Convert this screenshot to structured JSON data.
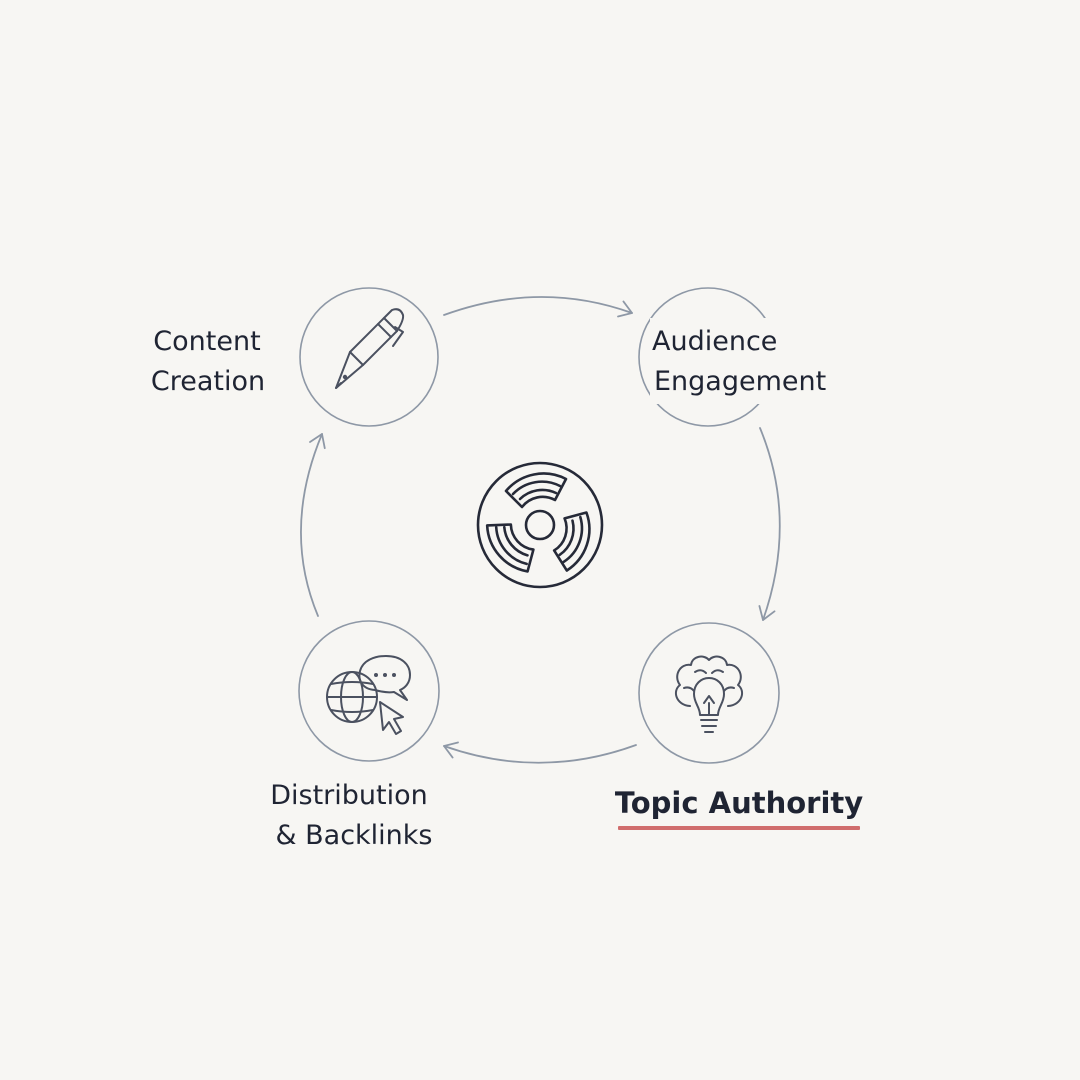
{
  "nodes": {
    "content_creation": {
      "line1": "Content",
      "line2": "Creation",
      "icon": "pen-icon"
    },
    "audience_engagement": {
      "line1": "Audience",
      "line2": "Engagement"
    },
    "topic_authority": {
      "label": "Topic Authority",
      "icon": "brain-lightbulb-icon",
      "underline_color": "#d06d6d"
    },
    "distribution": {
      "line1": "Distribution",
      "line2": "& Backlinks",
      "icon": "globe-chat-cursor-icon"
    }
  },
  "center": {
    "icon": "film-reel-icon"
  },
  "colors": {
    "background": "#f7f6f3",
    "ring": "#8e98a6",
    "text": "#1f2433",
    "accent": "#d06d6d"
  }
}
